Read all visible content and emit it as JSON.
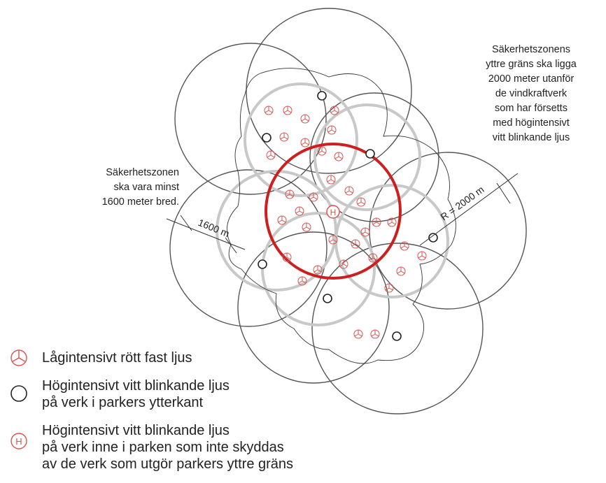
{
  "annotations": {
    "right_note": [
      "Säkerhetszonens",
      "yttre gräns ska ligga",
      "2000 meter utanför",
      "de vindkraftverk",
      "som har försetts",
      "med högintensivt",
      "vitt blinkande ljus"
    ],
    "left_note": [
      "Säkerhetszonen",
      "ska vara minst",
      "1600 meter bred."
    ],
    "radius_label": "R = 2000 m",
    "width_label": "1600 m",
    "h_symbol": "H"
  },
  "legend": {
    "items": [
      {
        "icon": "red-propeller-icon",
        "lines": [
          "Lågintensivt rött fast ljus"
        ]
      },
      {
        "icon": "black-circle-icon",
        "lines": [
          "Högintensivt vitt blinkande ljus",
          "på verk i parkers ytterkant"
        ]
      },
      {
        "icon": "red-h-circle-icon",
        "lines": [
          "Högintensivt vitt blinkande ljus",
          "på verk inne i parken som inte skyddas",
          "av de verk som utgör parkers yttre gräns"
        ]
      }
    ]
  },
  "colors": {
    "red": "#cc1f1f",
    "symbol_red": "#d9534f",
    "grey_circle": "#555555",
    "inner_grey": "#c8c8c8"
  }
}
